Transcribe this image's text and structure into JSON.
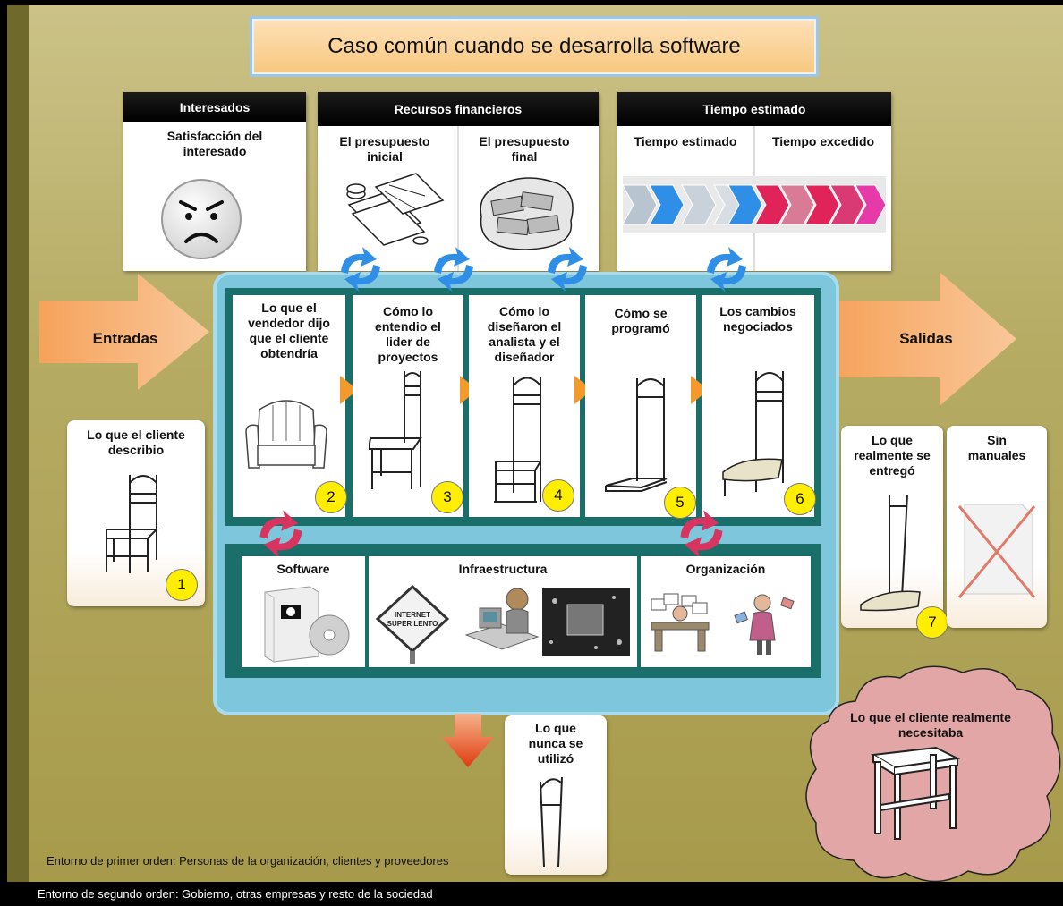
{
  "title": "Caso común cuando se desarrolla software",
  "panels": {
    "interesados": {
      "header": "Interesados",
      "label": "Satisfacción del interesado"
    },
    "recursos": {
      "header": "Recursos financieros",
      "left": "El presupuesto inicial",
      "right": "El presupuesto final"
    },
    "tiempo": {
      "header": "Tiempo estimado",
      "left": "Tiempo estimado",
      "right": "Tiempo excedido"
    }
  },
  "entradas": "Entradas",
  "salidas": "Salidas",
  "stages": [
    {
      "label": "Lo que el vendedor dijo que el cliente obtendría",
      "num": "2"
    },
    {
      "label": "Cómo lo entendio el lider de proyectos",
      "num": "3"
    },
    {
      "label": "Cómo lo diseñaron el analista y el diseñador",
      "num": "4"
    },
    {
      "label": "Cómo se programó",
      "num": "5"
    },
    {
      "label": "Los cambios negociados",
      "num": "6"
    }
  ],
  "bottom": {
    "software": "Software",
    "infra": "Infraestructura",
    "org": "Organización",
    "sign": "INTERNET SUPER LENTO"
  },
  "cliente": {
    "label": "Lo que el cliente describio",
    "num": "1"
  },
  "entrego": {
    "label": "Lo que realmente se entregó",
    "num": "7"
  },
  "manuales": "Sin manuales",
  "nunca": "Lo que nunca se utilizó",
  "necesitaba": "Lo que el cliente realmente necesitaba",
  "footer1": "Entorno de primer orden: Personas de la organización, clientes y proveedores",
  "footer2": "Entorno de segundo orden: Gobierno, otras empresas y resto de la sociedad"
}
